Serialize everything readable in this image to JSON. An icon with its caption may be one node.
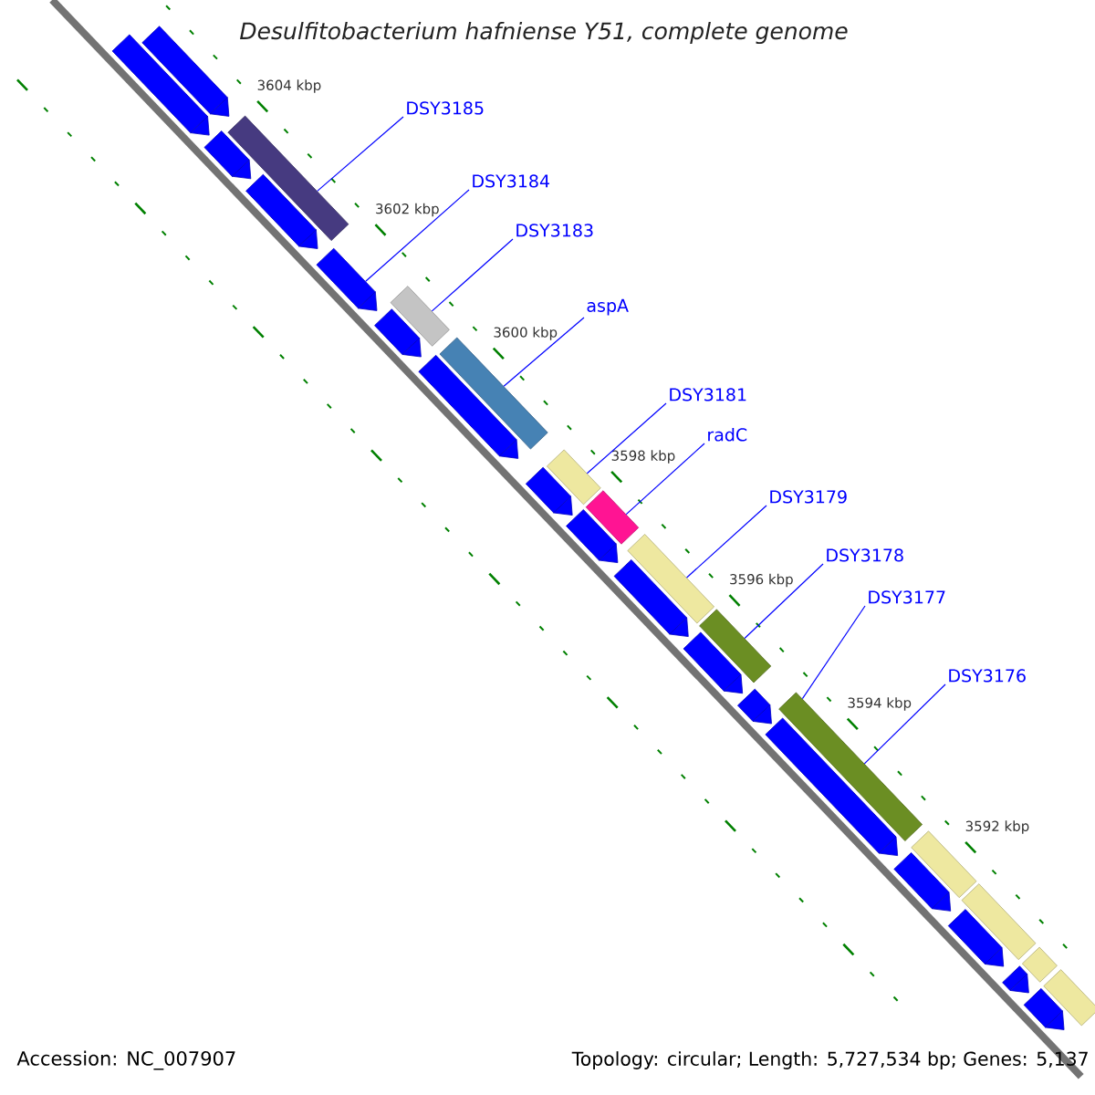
{
  "diagram": {
    "title": "Desulfitobacterium hafniense Y51, complete genome",
    "nodes": [
      {
        "text": [
          "DSY3185"
        ]
      },
      {
        "text": [
          "DSY3184"
        ]
      },
      {
        "text": [
          "DSY3183"
        ]
      },
      {
        "text": [
          "aspA"
        ]
      },
      {
        "text": [
          "DSY3181"
        ]
      },
      {
        "text": [
          "radC"
        ]
      },
      {
        "text": [
          "DSY3179"
        ]
      },
      {
        "text": [
          "DSY3178"
        ]
      },
      {
        "text": [
          "DSY3177"
        ]
      },
      {
        "text": [
          "DSY3176"
        ]
      },
      {
        "text": [],
        "shape": "bar"
      },
      {
        "text": [],
        "shape": "bar"
      },
      {
        "text": [],
        "shape": "bar"
      },
      {
        "text": [],
        "shape": "bar"
      },
      {
        "text": [],
        "shape": "bar"
      },
      {
        "text": [],
        "shape": "bar"
      },
      {
        "text": [],
        "shape": "bar"
      },
      {
        "text": [],
        "shape": "bar"
      },
      {
        "text": [],
        "shape": "bar"
      },
      {
        "text": [],
        "shape": "bar"
      },
      {
        "text": [],
        "shape": "bar"
      },
      {
        "text": [],
        "shape": "bar"
      },
      {
        "text": [],
        "shape": "bar"
      },
      {
        "text": [],
        "shape": "bar"
      },
      {
        "text": [],
        "shape": "bar"
      },
      {
        "text": [],
        "shape": "bar"
      },
      {
        "text": [],
        "shape": "bar"
      },
      {
        "text": [],
        "shape": "bar"
      },
      {
        "text": [],
        "shape": "bar"
      },
      {
        "text": [],
        "shape": "bar"
      },
      {
        "text": [],
        "shape": "bar"
      },
      {
        "text": [],
        "shape": "bar"
      },
      {
        "text": [],
        "shape": "bar"
      },
      {
        "text": [],
        "shape": "bar"
      },
      {
        "text": [],
        "shape": "bar"
      },
      {
        "text": [],
        "shape": "bar"
      },
      {
        "text": [],
        "shape": "bar"
      },
      {
        "text": [],
        "shape": "bar"
      },
      {
        "text": [],
        "shape": "bar"
      }
    ],
    "edges": [
      {
        "from": 0,
        "to": 13,
        "arrow": "none"
      },
      {
        "from": 1,
        "to": 15,
        "arrow": "none"
      },
      {
        "from": 2,
        "to": 16,
        "arrow": "none"
      },
      {
        "from": 3,
        "to": 19,
        "arrow": "none"
      },
      {
        "from": 4,
        "to": 21,
        "arrow": "none"
      },
      {
        "from": 5,
        "to": 22,
        "arrow": "none"
      },
      {
        "from": 6,
        "to": 24,
        "arrow": "none"
      },
      {
        "from": 7,
        "to": 26,
        "arrow": "none"
      },
      {
        "from": 8,
        "to": 29,
        "arrow": "none"
      },
      {
        "from": 9,
        "to": 29,
        "arrow": "none"
      }
    ],
    "labels": [
      "3604 kbp",
      "3602 kbp",
      "3600 kbp",
      "3598 kbp",
      "3596 kbp",
      "3594 kbp",
      "3592 kbp",
      "Accession: NC_007907",
      "Topology: circular; Length: 5,727,534 bp; Genes: 5,137"
    ]
  }
}
